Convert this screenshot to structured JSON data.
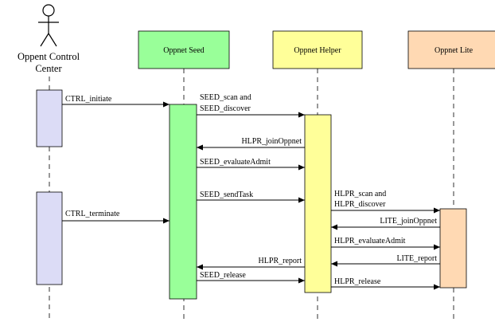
{
  "actor": {
    "name_line1": "Oppent Control",
    "name_line2": "Center"
  },
  "participants": [
    {
      "key": "seed",
      "label": "Oppnet Seed",
      "color": "#99ff99"
    },
    {
      "key": "helper",
      "label": "Oppnet Helper",
      "color": "#ffff99"
    },
    {
      "key": "lite",
      "label": "Oppnet Lite",
      "color": "#ffd9b3"
    }
  ],
  "activation_colors": {
    "control": "#dcdcf6",
    "seed": "#99ff99",
    "helper": "#ffff99",
    "lite": "#ffd9b3"
  },
  "messages": [
    {
      "key": "ctrl-initiate",
      "lines": [
        "CTRL_initiate"
      ],
      "from": "control",
      "to": "seed"
    },
    {
      "key": "seed-scan-discover",
      "lines": [
        "SEED_scan and",
        "SEED_discover"
      ],
      "from": "seed",
      "to": "helper"
    },
    {
      "key": "hlpr-joinoppnet",
      "lines": [
        "HLPR_joinOppnet"
      ],
      "from": "helper",
      "to": "seed"
    },
    {
      "key": "seed-evaluateadmit",
      "lines": [
        "SEED_evaluateAdmit"
      ],
      "from": "seed",
      "to": "helper"
    },
    {
      "key": "seed-sendtask",
      "lines": [
        "SEED_sendTask"
      ],
      "from": "seed",
      "to": "helper"
    },
    {
      "key": "hlpr-scan-discover",
      "lines": [
        "HLPR_scan and",
        "HLPR_discover"
      ],
      "from": "helper",
      "to": "lite"
    },
    {
      "key": "ctrl-terminate",
      "lines": [
        "CTRL_terminate"
      ],
      "from": "control",
      "to": "seed"
    },
    {
      "key": "lite-joinoppnet",
      "lines": [
        "LITE_joinOppnet"
      ],
      "from": "lite",
      "to": "helper"
    },
    {
      "key": "hlpr-evaluateadmit",
      "lines": [
        "HLPR_evaluateAdmit"
      ],
      "from": "helper",
      "to": "lite"
    },
    {
      "key": "lite-report",
      "lines": [
        "LITE_report"
      ],
      "from": "lite",
      "to": "helper"
    },
    {
      "key": "hlpr-report",
      "lines": [
        "HLPR_report"
      ],
      "from": "helper",
      "to": "seed"
    },
    {
      "key": "seed-release",
      "lines": [
        "SEED_release"
      ],
      "from": "seed",
      "to": "helper"
    },
    {
      "key": "hlpr-release",
      "lines": [
        "HLPR_release"
      ],
      "from": "helper",
      "to": "lite"
    }
  ]
}
